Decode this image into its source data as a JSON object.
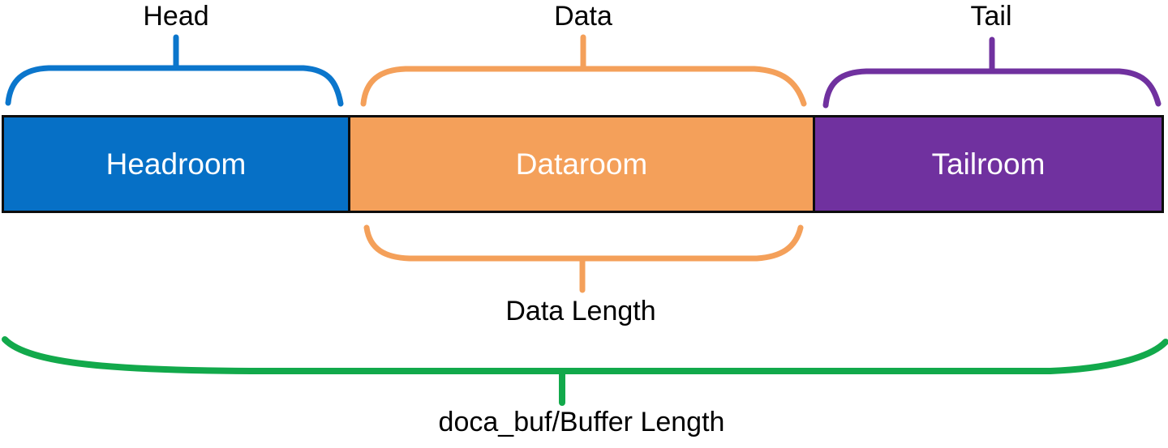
{
  "diagram": {
    "kind": "buffer-memory-layout",
    "segments": [
      {
        "label": "Headroom"
      },
      {
        "label": "Dataroom"
      },
      {
        "label": "Tailroom"
      }
    ],
    "brace_labels": {
      "head": "Head",
      "data": "Data",
      "tail": "Tail",
      "data_length": "Data Length",
      "buffer_length": "doca_buf/Buffer Length"
    },
    "colors": {
      "headroom_fill": "#0670C6",
      "dataroom_fill": "#F4A05A",
      "tailroom_fill": "#70319F",
      "head_brace": "#0B76CC",
      "data_brace": "#F4A05A",
      "tail_brace": "#70319F",
      "buffer_brace": "#12A94B",
      "box_border": "#0D0D0D",
      "segment_text": "#FFFFFF",
      "label_text": "#000000"
    }
  }
}
